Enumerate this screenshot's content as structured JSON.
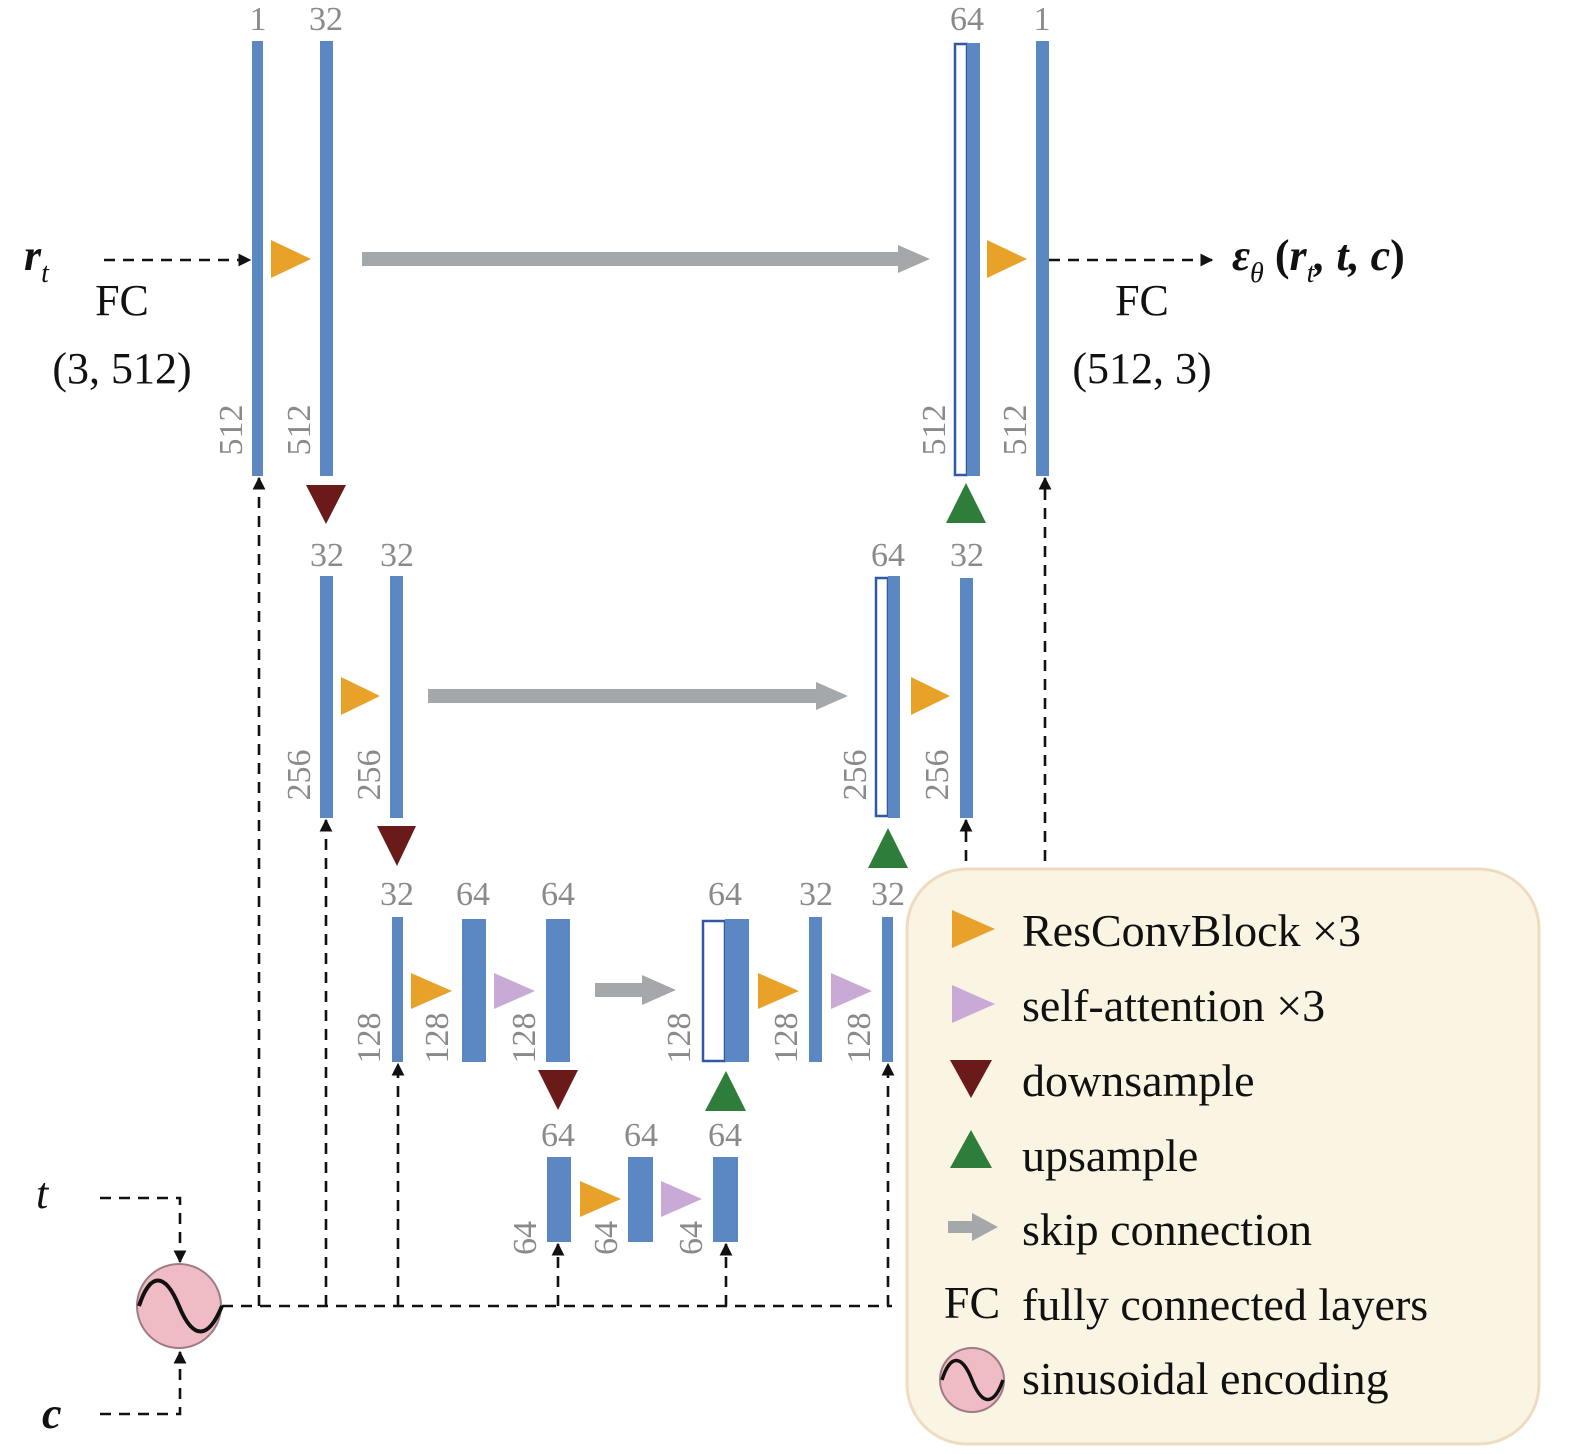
{
  "colors": {
    "bar": "#5b87c3",
    "resconv": "#e8a22a",
    "attention": "#c9aad6",
    "downsample": "#6b1a1a",
    "upsample": "#2e7d3a",
    "skip": "#a5a8ab",
    "sin_fill": "#efbcc6",
    "legend_bg": "#faf4e3"
  },
  "inputs": {
    "r": "r",
    "r_sub": "t",
    "t": "t",
    "c": "c"
  },
  "output": {
    "eps": "ε",
    "eps_sub": "θ",
    "open": " (",
    "r": "r",
    "r_sub": "t",
    "mid": ", t, ",
    "c": "c",
    "close": ")"
  },
  "fc_in": {
    "label": "FC",
    "dims": "(3, 512)"
  },
  "fc_out": {
    "label": "FC",
    "dims": "(512, 3)"
  },
  "blocks": {
    "l1_in": {
      "ch_top": "1",
      "len": "512"
    },
    "l1_a": {
      "ch_top": "32",
      "len": "512"
    },
    "l1_cat": {
      "ch_top": "64",
      "len": "512"
    },
    "l1_out": {
      "ch_top": "1",
      "len": "512"
    },
    "l2_a": {
      "ch_top": "32",
      "len": "256"
    },
    "l2_b": {
      "ch_top": "32",
      "len": "256"
    },
    "l2_cat": {
      "ch_top": "64",
      "len": "256"
    },
    "l2_out": {
      "ch_top": "32",
      "len": "256"
    },
    "l3_a": {
      "ch_top": "32",
      "len": "128"
    },
    "l3_b": {
      "ch_top": "64",
      "len": "128"
    },
    "l3_c": {
      "ch_top": "64",
      "len": "128"
    },
    "l3_cat": {
      "ch_top": "64",
      "len": "128"
    },
    "l3_d": {
      "ch_top": "32",
      "len": "128"
    },
    "l3_e": {
      "ch_top": "32",
      "len": "128"
    },
    "l4_a": {
      "ch_top": "64",
      "len": "64"
    },
    "l4_b": {
      "ch_top": "64",
      "len": "64"
    },
    "l4_c": {
      "ch_top": "64",
      "len": "64"
    }
  },
  "legend": {
    "resconv": "ResConvBlock ×3",
    "attention": "self-attention ×3",
    "downsample": "downsample",
    "upsample": "upsample",
    "skip": "skip connection",
    "fc_abbr": "FC",
    "fc": "fully connected layers",
    "sin": "sinusoidal encoding"
  }
}
